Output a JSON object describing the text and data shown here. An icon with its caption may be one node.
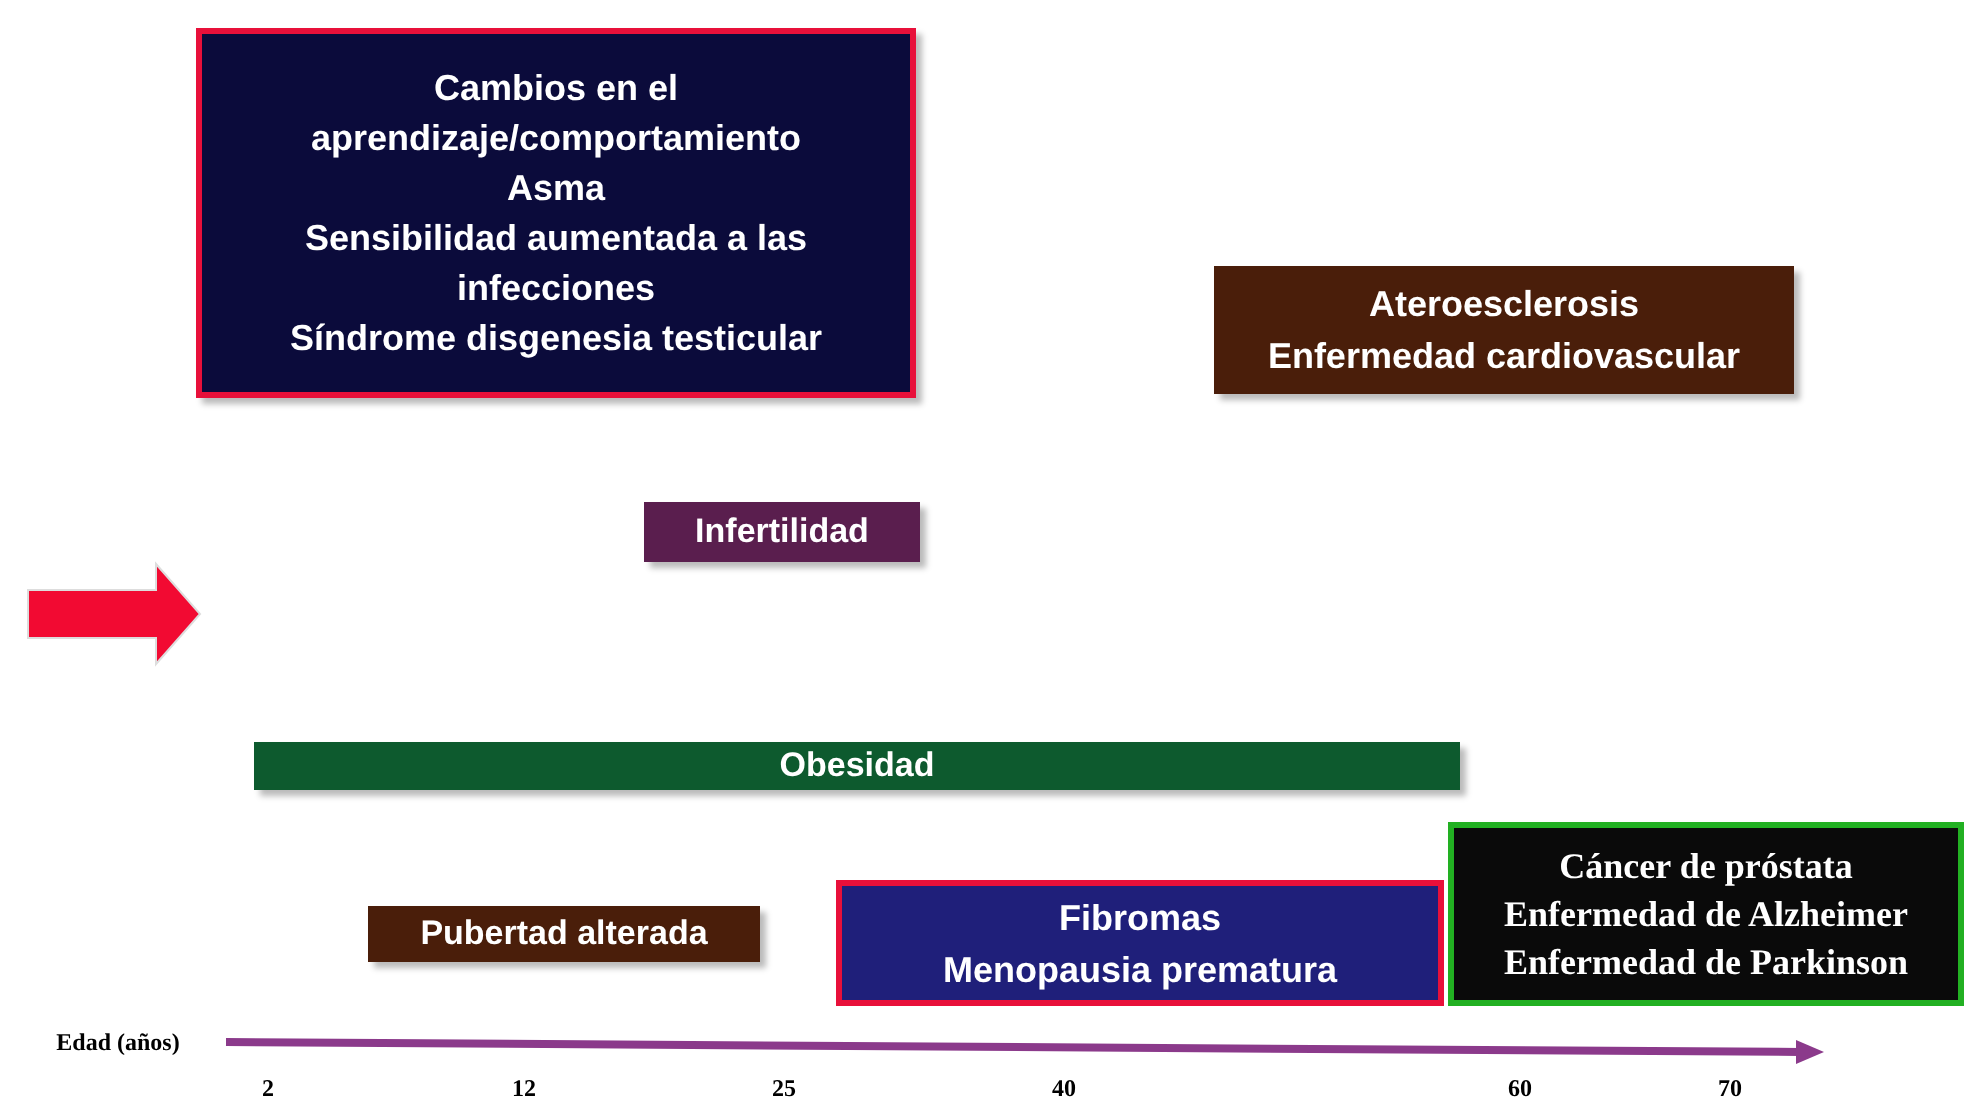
{
  "diagram": {
    "nodes": [
      {
        "text": [
          "Cambios en el aprendizaje/comportamiento",
          "Asma",
          "Sensibilidad aumentada a las infecciones",
          "Síndrome disgenesia testicular"
        ]
      },
      {
        "text": [
          "Ateroesclerosis",
          "Enfermedad cardiovascular"
        ]
      },
      {
        "text": [
          "Infertilidad"
        ]
      },
      {
        "text": [
          "Obesidad"
        ]
      },
      {
        "text": [
          "Pubertad alterada"
        ]
      },
      {
        "text": [
          "Fibromas",
          "Menopausia prematura"
        ]
      },
      {
        "text": [
          "Cáncer de próstata",
          "Enfermedad de Alzheimer",
          "Enfermedad de Parkinson"
        ]
      }
    ],
    "edges": [],
    "labels": [
      "Edad (años)",
      "2",
      "12",
      "25",
      "40",
      "60",
      "70"
    ]
  }
}
